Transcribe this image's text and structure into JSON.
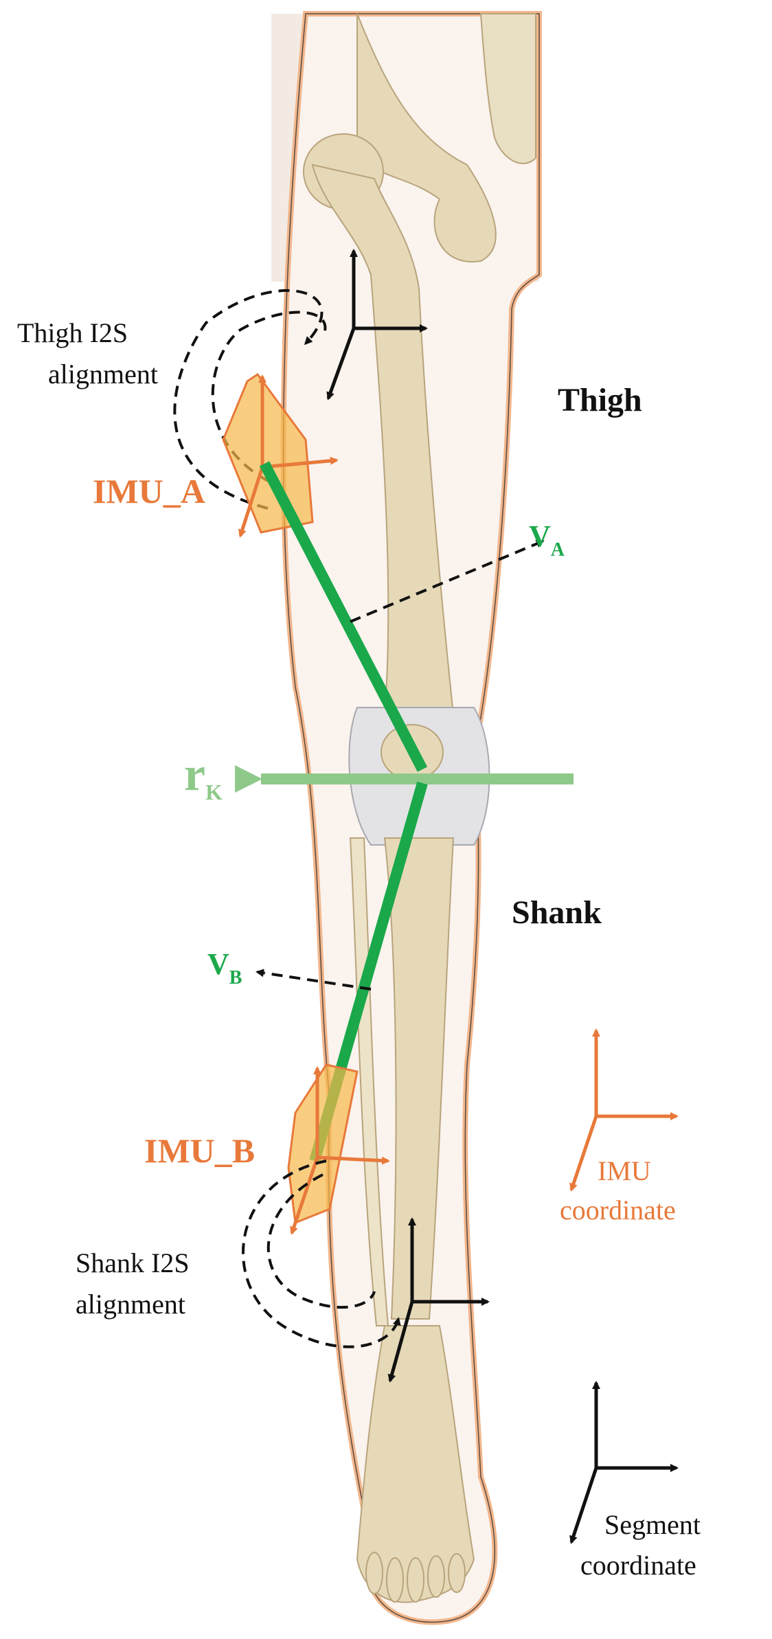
{
  "labels": {
    "thigh_alignment_line1": "Thigh I2S",
    "thigh_alignment_line2": "alignment",
    "thigh": "Thigh",
    "imu_a": "IMU_A",
    "va_main": "V",
    "va_sub": "A",
    "rk_main": "r",
    "rk_sub": "K",
    "shank": "Shank",
    "vb_main": "V",
    "vb_sub": "B",
    "imu_b": "IMU_B",
    "imu_coord_line1": "IMU",
    "imu_coord_line2": "coordinate",
    "shank_alignment_line1": "Shank I2S",
    "shank_alignment_line2": "alignment",
    "segment_coord_line1": "Segment",
    "segment_coord_line2": "coordinate"
  },
  "colors": {
    "imu_orange": "#e8793a",
    "imu_box_fill": "#f7b84a",
    "vector_green": "#1aa84a",
    "rk_green": "#8fc98a",
    "segment_black": "#111111",
    "skin_outline": "#f2b68c",
    "bone": "#e6d9b8"
  }
}
